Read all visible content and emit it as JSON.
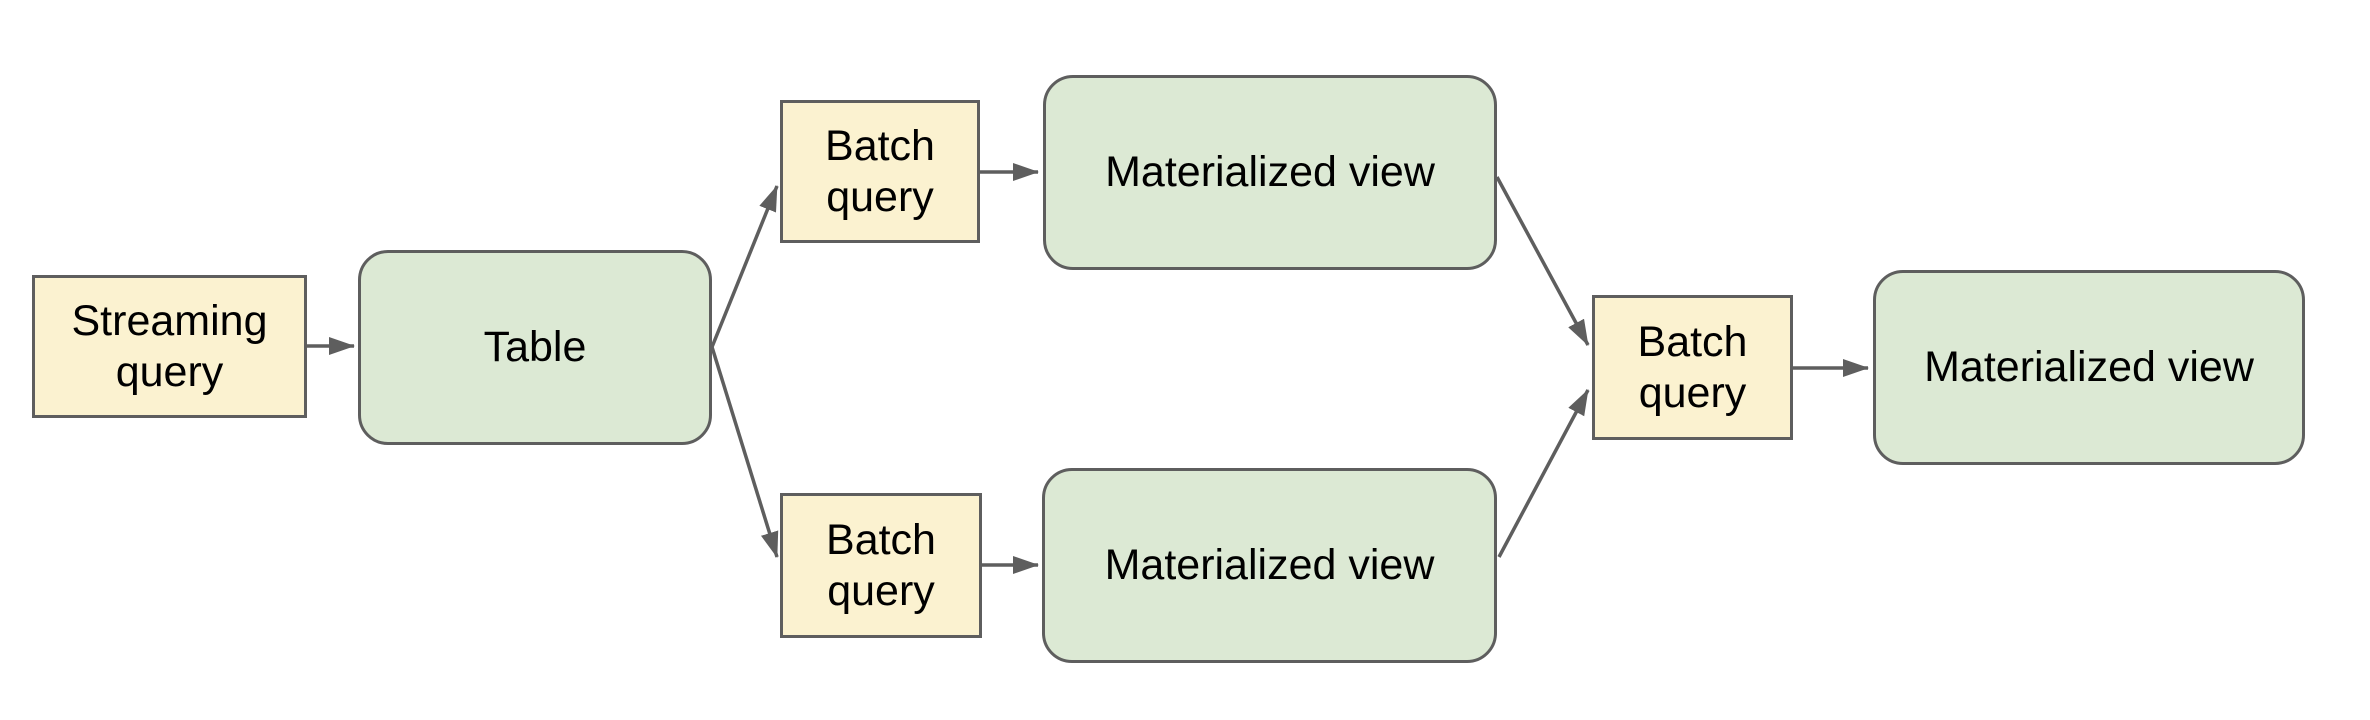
{
  "diagram": {
    "background": "#ffffff",
    "colors": {
      "query_fill": "#fbf2d0",
      "query_border": "#5e5e5e",
      "data_fill": "#dce9d4",
      "data_border": "#5e5e5e",
      "edge": "#5e5e5e",
      "text": "#000000"
    },
    "nodes": [
      {
        "id": "streaming-query",
        "label": "Streaming query",
        "shape": "rectangle",
        "role": "query"
      },
      {
        "id": "table",
        "label": "Table",
        "shape": "rounded",
        "role": "data"
      },
      {
        "id": "batch-query-top",
        "label": "Batch query",
        "shape": "rectangle",
        "role": "query"
      },
      {
        "id": "materialized-view-top",
        "label": "Materialized view",
        "shape": "rounded",
        "role": "data"
      },
      {
        "id": "batch-query-bottom",
        "label": "Batch query",
        "shape": "rectangle",
        "role": "query"
      },
      {
        "id": "materialized-view-bottom",
        "label": "Materialized view",
        "shape": "rounded",
        "role": "data"
      },
      {
        "id": "batch-query-final",
        "label": "Batch query",
        "shape": "rectangle",
        "role": "query"
      },
      {
        "id": "materialized-view-final",
        "label": "Materialized view",
        "shape": "rounded",
        "role": "data"
      }
    ],
    "edges": [
      {
        "from": "streaming-query",
        "to": "table"
      },
      {
        "from": "table",
        "to": "batch-query-top"
      },
      {
        "from": "table",
        "to": "batch-query-bottom"
      },
      {
        "from": "batch-query-top",
        "to": "materialized-view-top"
      },
      {
        "from": "batch-query-bottom",
        "to": "materialized-view-bottom"
      },
      {
        "from": "materialized-view-top",
        "to": "batch-query-final"
      },
      {
        "from": "materialized-view-bottom",
        "to": "batch-query-final"
      },
      {
        "from": "batch-query-final",
        "to": "materialized-view-final"
      }
    ]
  }
}
